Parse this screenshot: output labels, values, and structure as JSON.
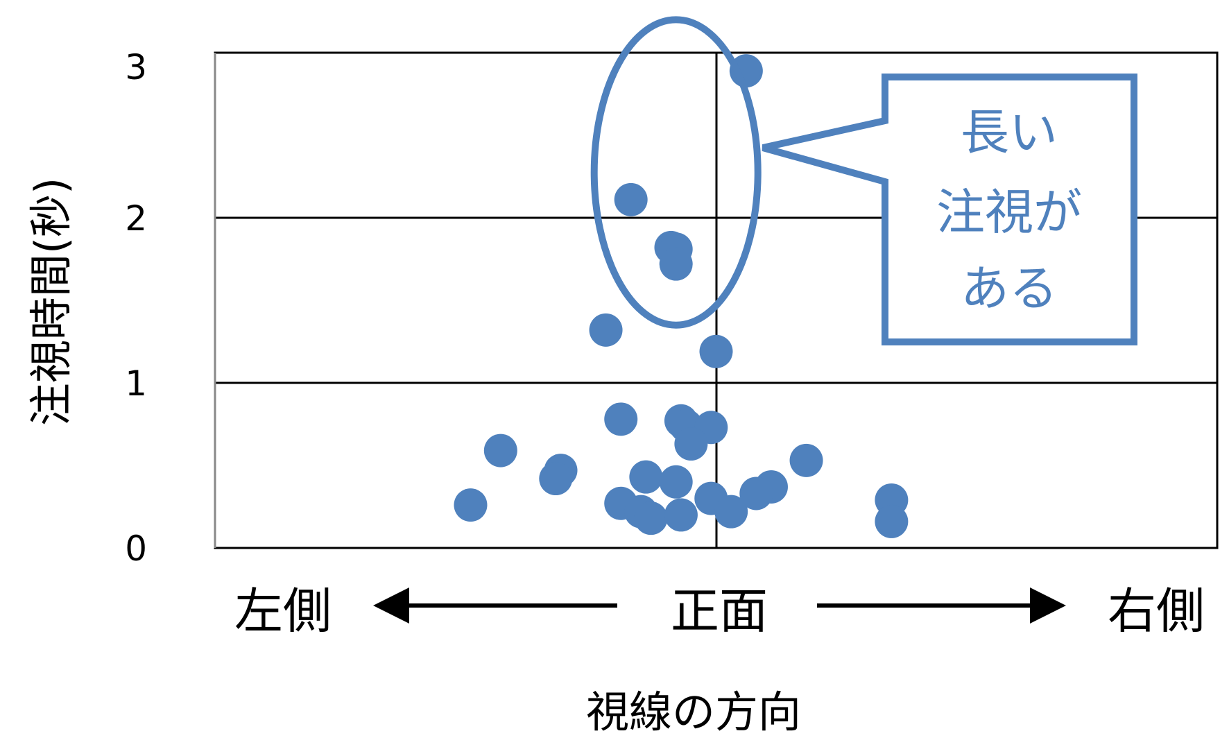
{
  "chart_data": {
    "type": "scatter",
    "title": "",
    "ylabel": "注視時間(秒)",
    "xlabel": "視線の方向",
    "x_direction_labels": {
      "left": "左側",
      "center": "正面",
      "right": "右側"
    },
    "xlim": [
      -1,
      1
    ],
    "ylim": [
      0,
      3
    ],
    "y_ticks": [
      "0",
      "1",
      "2",
      "3"
    ],
    "grid": true,
    "marker_color": "#4f81bd",
    "points": [
      {
        "x": 0.06,
        "y": 2.89
      },
      {
        "x": -0.17,
        "y": 2.11
      },
      {
        "x": -0.09,
        "y": 1.82
      },
      {
        "x": -0.08,
        "y": 1.81
      },
      {
        "x": -0.08,
        "y": 1.72
      },
      {
        "x": -0.22,
        "y": 1.32
      },
      {
        "x": 0.0,
        "y": 1.19
      },
      {
        "x": -0.19,
        "y": 0.78
      },
      {
        "x": -0.07,
        "y": 0.77
      },
      {
        "x": -0.06,
        "y": 0.74
      },
      {
        "x": -0.01,
        "y": 0.73
      },
      {
        "x": -0.05,
        "y": 0.63
      },
      {
        "x": -0.43,
        "y": 0.59
      },
      {
        "x": 0.18,
        "y": 0.53
      },
      {
        "x": -0.31,
        "y": 0.47
      },
      {
        "x": -0.32,
        "y": 0.42
      },
      {
        "x": -0.14,
        "y": 0.43
      },
      {
        "x": -0.08,
        "y": 0.4
      },
      {
        "x": 0.11,
        "y": 0.37
      },
      {
        "x": 0.08,
        "y": 0.33
      },
      {
        "x": -0.19,
        "y": 0.27
      },
      {
        "x": -0.01,
        "y": 0.3
      },
      {
        "x": -0.49,
        "y": 0.26
      },
      {
        "x": -0.15,
        "y": 0.22
      },
      {
        "x": -0.13,
        "y": 0.18
      },
      {
        "x": -0.07,
        "y": 0.2
      },
      {
        "x": 0.03,
        "y": 0.22
      },
      {
        "x": 0.35,
        "y": 0.29
      },
      {
        "x": 0.35,
        "y": 0.16
      }
    ],
    "annotation": {
      "text_lines": [
        "長い",
        "注視が",
        "ある"
      ],
      "highlight_y_range": [
        1.35,
        3.2
      ],
      "color": "#4f81bd"
    }
  }
}
